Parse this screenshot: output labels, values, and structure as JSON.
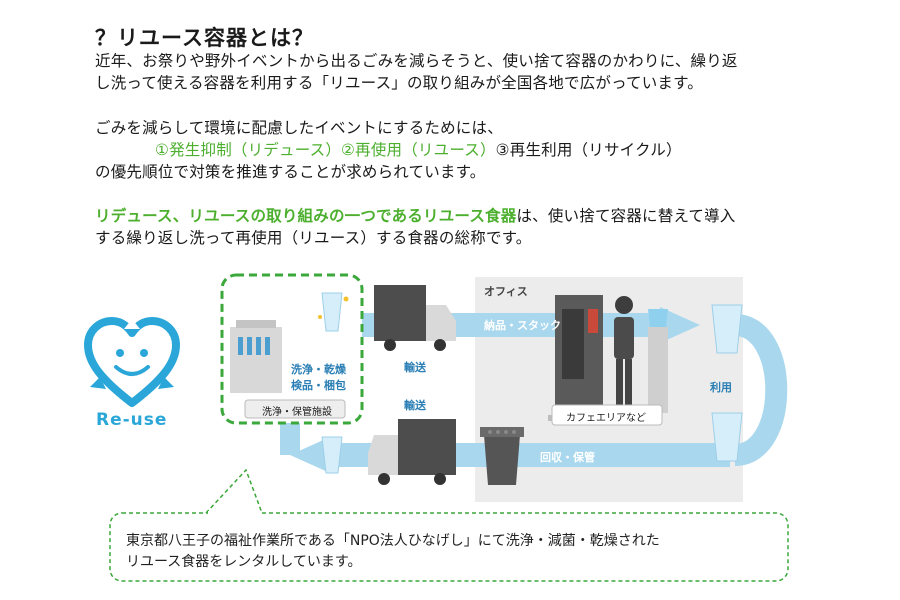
{
  "title": "？リユース容器とは？",
  "para1": {
    "line1": "近年、お祭りや野外イベントから出るごみを減らそうと、使い捨て容器のかわりに、繰り返",
    "line2": "し洗って使える容器を利用する「リユース」の取り組みが全国各地で広がっています。"
  },
  "para2": {
    "line1": "ごみを減らして環境に配慮したイベントにするためには、",
    "line2_green": "①発生抑制（リデュース）②再使用（リユース）",
    "line2_black": "③再生利用（リサイクル）",
    "line3": "の優先順位で対策を推進することが求められています。"
  },
  "para3": {
    "highlight": "リデュース、リユースの取り組みの一つであるリユース食器",
    "rest1": "は、使い捨て容器に替えて導入",
    "line2": "する繰り返し洗って再使用（リユース）する食器の総称です。"
  },
  "logo": {
    "text": "Re-use"
  },
  "diagram": {
    "wash_dry": "洗浄・乾燥",
    "inspect_pack": "検品・梱包",
    "facility": "洗浄・保管施設",
    "transport_top": "輸送",
    "transport_bottom": "輸送",
    "office": "オフィス",
    "delivery_stack": "納品・スタック",
    "cafe_area": "カフェエリアなど",
    "use": "利用",
    "collect_store": "回収・保管"
  },
  "callout": {
    "line1": "東京都八王子の福祉作業所である「NPO法人ひなげし」にて洗浄・減菌・乾燥された",
    "line2": "リユース食器をレンタルしています。"
  },
  "colors": {
    "flow_blue": "#a9d8ee",
    "flow_blue_dark": "#6fc1e6",
    "green": "#4caf2e",
    "dashed_green": "#3aa83a",
    "office_bg": "#ececec"
  }
}
